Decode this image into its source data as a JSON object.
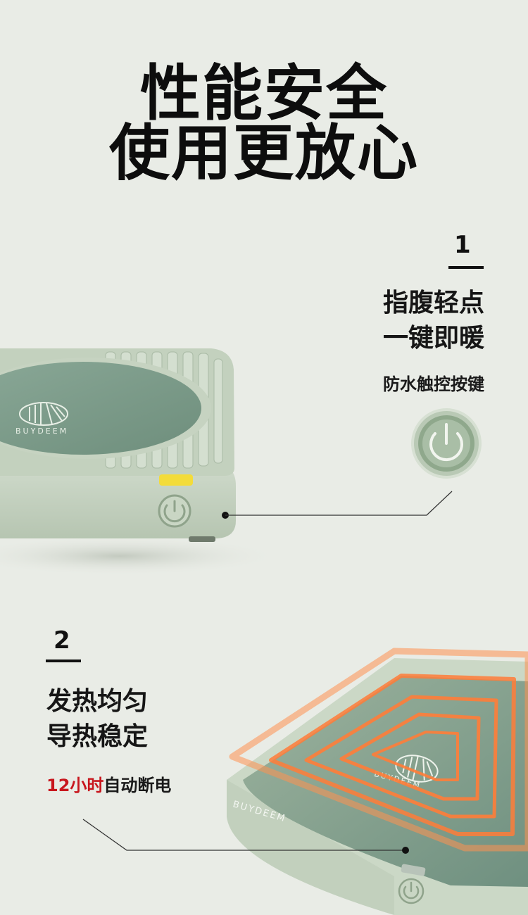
{
  "headline": {
    "line1": "性能安全",
    "line2": "使用更放心"
  },
  "feature1": {
    "number": "1",
    "title_line1": "指腹轻点",
    "title_line2": "一键即暖",
    "subtitle": "防水触控按键"
  },
  "feature2": {
    "number": "2",
    "title_line1": "发热均匀",
    "title_line2": "导热稳定",
    "subtitle_accent": "12小时",
    "subtitle_rest": "自动断电"
  },
  "product": {
    "brand_text_top": "BUYDEEM",
    "brand_text_side": "BUYDEEM",
    "brand_text_pad": "BUYDEEM"
  },
  "colors": {
    "background": "#e9ece6",
    "device_body": "#c9d6c4",
    "device_pad": "#7f9c8b",
    "heat_orange": "#ff7a30",
    "accent_red": "#c8171e",
    "indicator_yellow": "#f3dc3a"
  }
}
